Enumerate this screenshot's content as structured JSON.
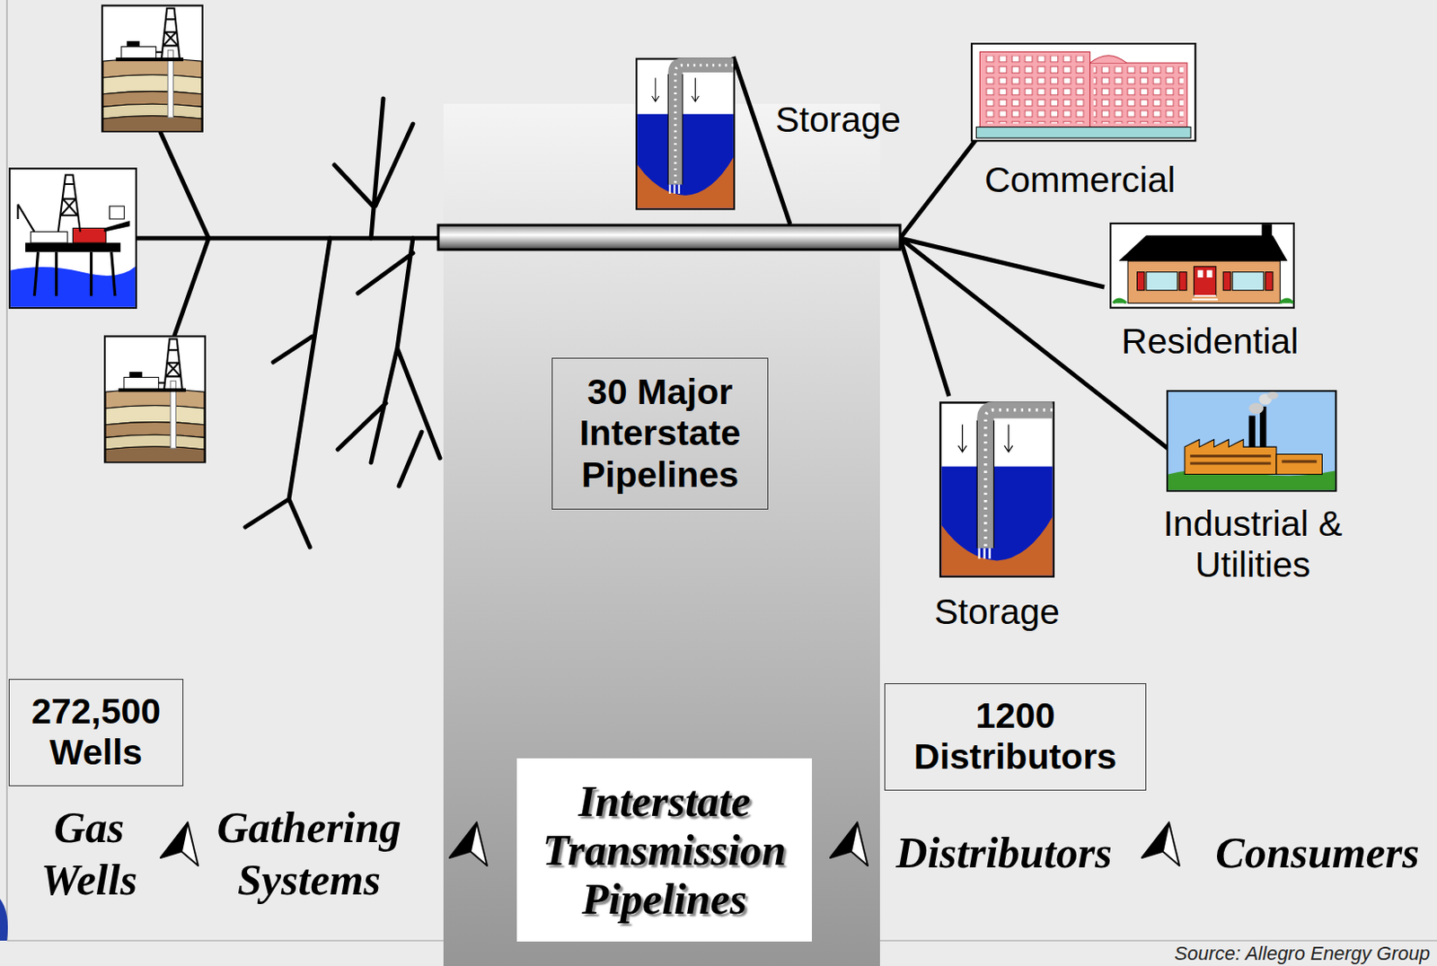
{
  "diagram": {
    "nodes": [
      {
        "text": [
          "Storage"
        ]
      },
      {
        "text": [
          "Commercial"
        ]
      },
      {
        "text": [
          "Residential"
        ]
      },
      {
        "text": [
          "30 Major Interstate Pipelines"
        ]
      },
      {
        "text": [
          "Industrial & Utilities"
        ]
      },
      {
        "text": [
          "Storage"
        ]
      },
      {
        "text": [
          "272,500 Wells"
        ]
      },
      {
        "text": [
          "1200 Distributors"
        ]
      },
      {
        "text": [
          "Interstate Transmission Pipelines"
        ]
      }
    ],
    "labels": [
      "Gas Wells",
      "Gathering Systems",
      "Distributors",
      "Consumers",
      "Source: Allegro Energy Group"
    ]
  }
}
